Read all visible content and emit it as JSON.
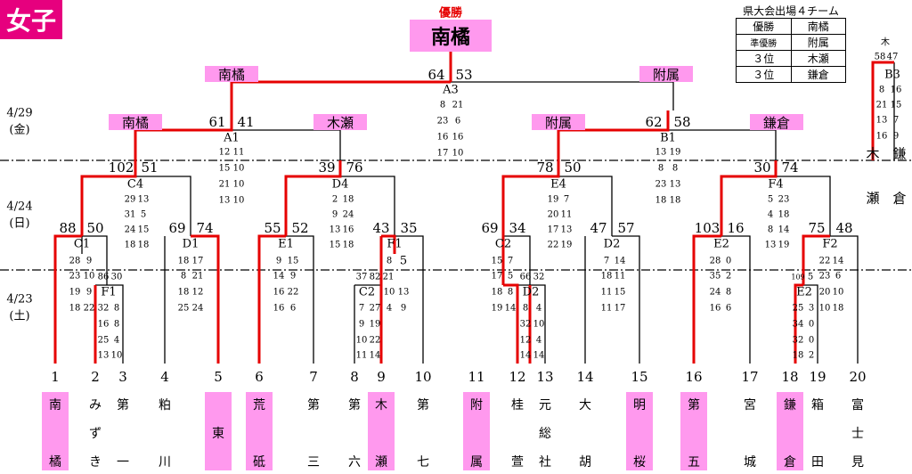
{
  "title": "女子",
  "champion": {
    "caption": "優勝",
    "name": "南橘"
  },
  "summary": {
    "title": "県大会出場４チーム",
    "rows": [
      [
        "優勝",
        "南橘"
      ],
      [
        "準優勝",
        "附属"
      ],
      [
        "３位",
        "木瀬"
      ],
      [
        "３位",
        "鎌倉"
      ]
    ]
  },
  "dates": {
    "d429": {
      "line1": "4/29",
      "line2": "(金)"
    },
    "d424": {
      "line1": "4/24",
      "line2": "(日)"
    },
    "d423": {
      "line1": "4/23",
      "line2": "(土)"
    }
  },
  "final": {
    "label": "A3",
    "left_name": "南橘",
    "right_name": "附属",
    "left_score": "64",
    "right_score": "53",
    "q": [
      [
        "8",
        "21"
      ],
      [
        "23",
        "6"
      ],
      [
        "16",
        "16"
      ],
      [
        "17",
        "10"
      ]
    ]
  },
  "semi_left": {
    "label": "A1",
    "left_name": "南橘",
    "right_name": "木瀬",
    "left_score": "61",
    "right_score": "41",
    "q": [
      [
        "12",
        "11"
      ],
      [
        "15",
        "10"
      ],
      [
        "21",
        "10"
      ],
      [
        "13",
        "10"
      ]
    ]
  },
  "semi_right": {
    "label": "B1",
    "left_name": "附属",
    "right_name": "鎌倉",
    "left_score": "62",
    "right_score": "58",
    "q": [
      [
        "13",
        "19"
      ],
      [
        "8",
        "8"
      ],
      [
        "23",
        "13"
      ],
      [
        "18",
        "18"
      ]
    ]
  },
  "third_place": {
    "label": "B3",
    "left_score": "58",
    "right_score": "47",
    "q": [
      [
        "8",
        "16"
      ],
      [
        "21",
        "15"
      ],
      [
        "13",
        "7"
      ],
      [
        "16",
        "9"
      ]
    ],
    "left_team": "木",
    "right_team": "鎌",
    "left_team2": "瀬",
    "right_team2": "倉"
  },
  "qf": [
    {
      "label": "C4",
      "ls": "102",
      "rs": "51",
      "q": [
        [
          "29",
          "13"
        ],
        [
          "31",
          "5"
        ],
        [
          "24",
          "15"
        ],
        [
          "18",
          "18"
        ]
      ]
    },
    {
      "label": "D4",
      "ls": "39",
      "rs": "76",
      "q": [
        [
          "2",
          "18"
        ],
        [
          "9",
          "24"
        ],
        [
          "13",
          "16"
        ],
        [
          "15",
          "18"
        ]
      ]
    },
    {
      "label": "E4",
      "ls": "78",
      "rs": "50",
      "q": [
        [
          "19",
          "7"
        ],
        [
          "20",
          "11"
        ],
        [
          "17",
          "13"
        ],
        [
          "22",
          "19"
        ]
      ]
    },
    {
      "label": "F4",
      "ls": "30",
      "rs": "74",
      "q": [
        [
          "5",
          "23"
        ],
        [
          "4",
          "18"
        ],
        [
          "8",
          "14"
        ],
        [
          "13",
          "19"
        ]
      ]
    }
  ],
  "r2": [
    {
      "label": "C1",
      "ls": "88",
      "rs": "50",
      "q": [
        [
          "28",
          "9"
        ],
        [
          "23",
          "10"
        ],
        [
          "19",
          "9"
        ],
        [
          "18",
          "22"
        ]
      ]
    },
    {
      "label": "D1",
      "ls": "69",
      "rs": "74",
      "q": [
        [
          "18",
          "17"
        ],
        [
          "8",
          "21"
        ],
        [
          "18",
          "12"
        ],
        [
          "25",
          "24"
        ]
      ]
    },
    {
      "label": "E1",
      "ls": "55",
      "rs": "52",
      "q": [
        [
          "9",
          "15"
        ],
        [
          "14",
          "9"
        ],
        [
          "16",
          "22"
        ],
        [
          "16",
          "6"
        ]
      ]
    },
    {
      "label": "F1",
      "ls": "43",
      "rs": "35",
      "q": [
        [
          "8",
          "5"
        ],
        [
          "10",
          "13"
        ],
        [
          "4",
          "9"
        ]
      ]
    },
    {
      "label": "C2",
      "ls": "69",
      "rs": "34",
      "q": [
        [
          "15",
          "7"
        ],
        [
          "17",
          "5"
        ],
        [
          "18",
          "8"
        ],
        [
          "19",
          "14"
        ]
      ]
    },
    {
      "label": "D2",
      "ls": "47",
      "rs": "57",
      "q": [
        [
          "7",
          "14"
        ],
        [
          "18",
          "11"
        ],
        [
          "11",
          "15"
        ],
        [
          "11",
          "17"
        ]
      ]
    },
    {
      "label": "E2",
      "ls": "103",
      "rs": "16",
      "q": [
        [
          "28",
          "0"
        ],
        [
          "35",
          "2"
        ],
        [
          "24",
          "8"
        ],
        [
          "16",
          "6"
        ]
      ]
    },
    {
      "label": "F2",
      "ls": "75",
      "rs": "48",
      "q": [
        [
          "22",
          "14"
        ],
        [
          "23",
          "6"
        ],
        [
          "20",
          "10"
        ],
        [
          "10",
          "18"
        ]
      ]
    }
  ],
  "r1": [
    {
      "label": "F1",
      "ls": "86",
      "rs": "30",
      "q": [
        [
          "32",
          "8"
        ],
        [
          "16",
          "8"
        ],
        [
          "25",
          "4"
        ],
        [
          "13",
          "10"
        ]
      ]
    },
    {
      "label": "C2",
      "ls": "82",
      "rs": "21",
      "q": [
        [
          "7",
          "27"
        ],
        [
          "9",
          "19"
        ],
        [
          "10",
          "22"
        ],
        [
          "11",
          "14"
        ]
      ],
      "ls2": "37",
      "rs2": "8"
    },
    {
      "label": "D2",
      "ls": "66",
      "rs": "32",
      "q": [
        [
          "8",
          "4"
        ],
        [
          "32",
          "10"
        ],
        [
          "12",
          "4"
        ],
        [
          "14",
          "14"
        ]
      ]
    },
    {
      "label": "E2",
      "ls": "109",
      "rs": "5",
      "q": [
        [
          "25",
          "3"
        ],
        [
          "34",
          "0"
        ],
        [
          "32",
          "0"
        ],
        [
          "18",
          "2"
        ]
      ]
    }
  ],
  "teams": [
    {
      "no": "1",
      "c": [
        "南",
        "",
        "橘"
      ]
    },
    {
      "no": "2",
      "c": [
        "み",
        "ず",
        "き"
      ]
    },
    {
      "no": "3",
      "c": [
        "第",
        "",
        "一"
      ]
    },
    {
      "no": "4",
      "c": [
        "粕",
        "",
        "川"
      ]
    },
    {
      "no": "5",
      "c": [
        "",
        "東",
        ""
      ]
    },
    {
      "no": "6",
      "c": [
        "荒",
        "",
        "砥"
      ]
    },
    {
      "no": "7",
      "c": [
        "第",
        "",
        "三"
      ]
    },
    {
      "no": "8",
      "c": [
        "第",
        "",
        "六"
      ]
    },
    {
      "no": "9",
      "c": [
        "木",
        "",
        "瀬"
      ]
    },
    {
      "no": "10",
      "c": [
        "第",
        "",
        "七"
      ]
    },
    {
      "no": "11",
      "c": [
        "附",
        "",
        "属"
      ]
    },
    {
      "no": "12",
      "c": [
        "桂",
        "",
        "萱"
      ]
    },
    {
      "no": "13",
      "c": [
        "元",
        "総",
        "社"
      ]
    },
    {
      "no": "14",
      "c": [
        "大",
        "",
        "胡"
      ]
    },
    {
      "no": "15",
      "c": [
        "明",
        "",
        "桜"
      ]
    },
    {
      "no": "16",
      "c": [
        "第",
        "",
        "五"
      ]
    },
    {
      "no": "17",
      "c": [
        "宮",
        "",
        "城"
      ]
    },
    {
      "no": "18",
      "c": [
        "鎌",
        "",
        "倉"
      ]
    },
    {
      "no": "19",
      "c": [
        "箱",
        "",
        "田"
      ]
    },
    {
      "no": "20",
      "c": [
        "富",
        "士",
        "見"
      ]
    }
  ],
  "colors": {
    "winner_line": "#e60000",
    "pink": "#ff99ee",
    "badge": "#e6007e"
  }
}
